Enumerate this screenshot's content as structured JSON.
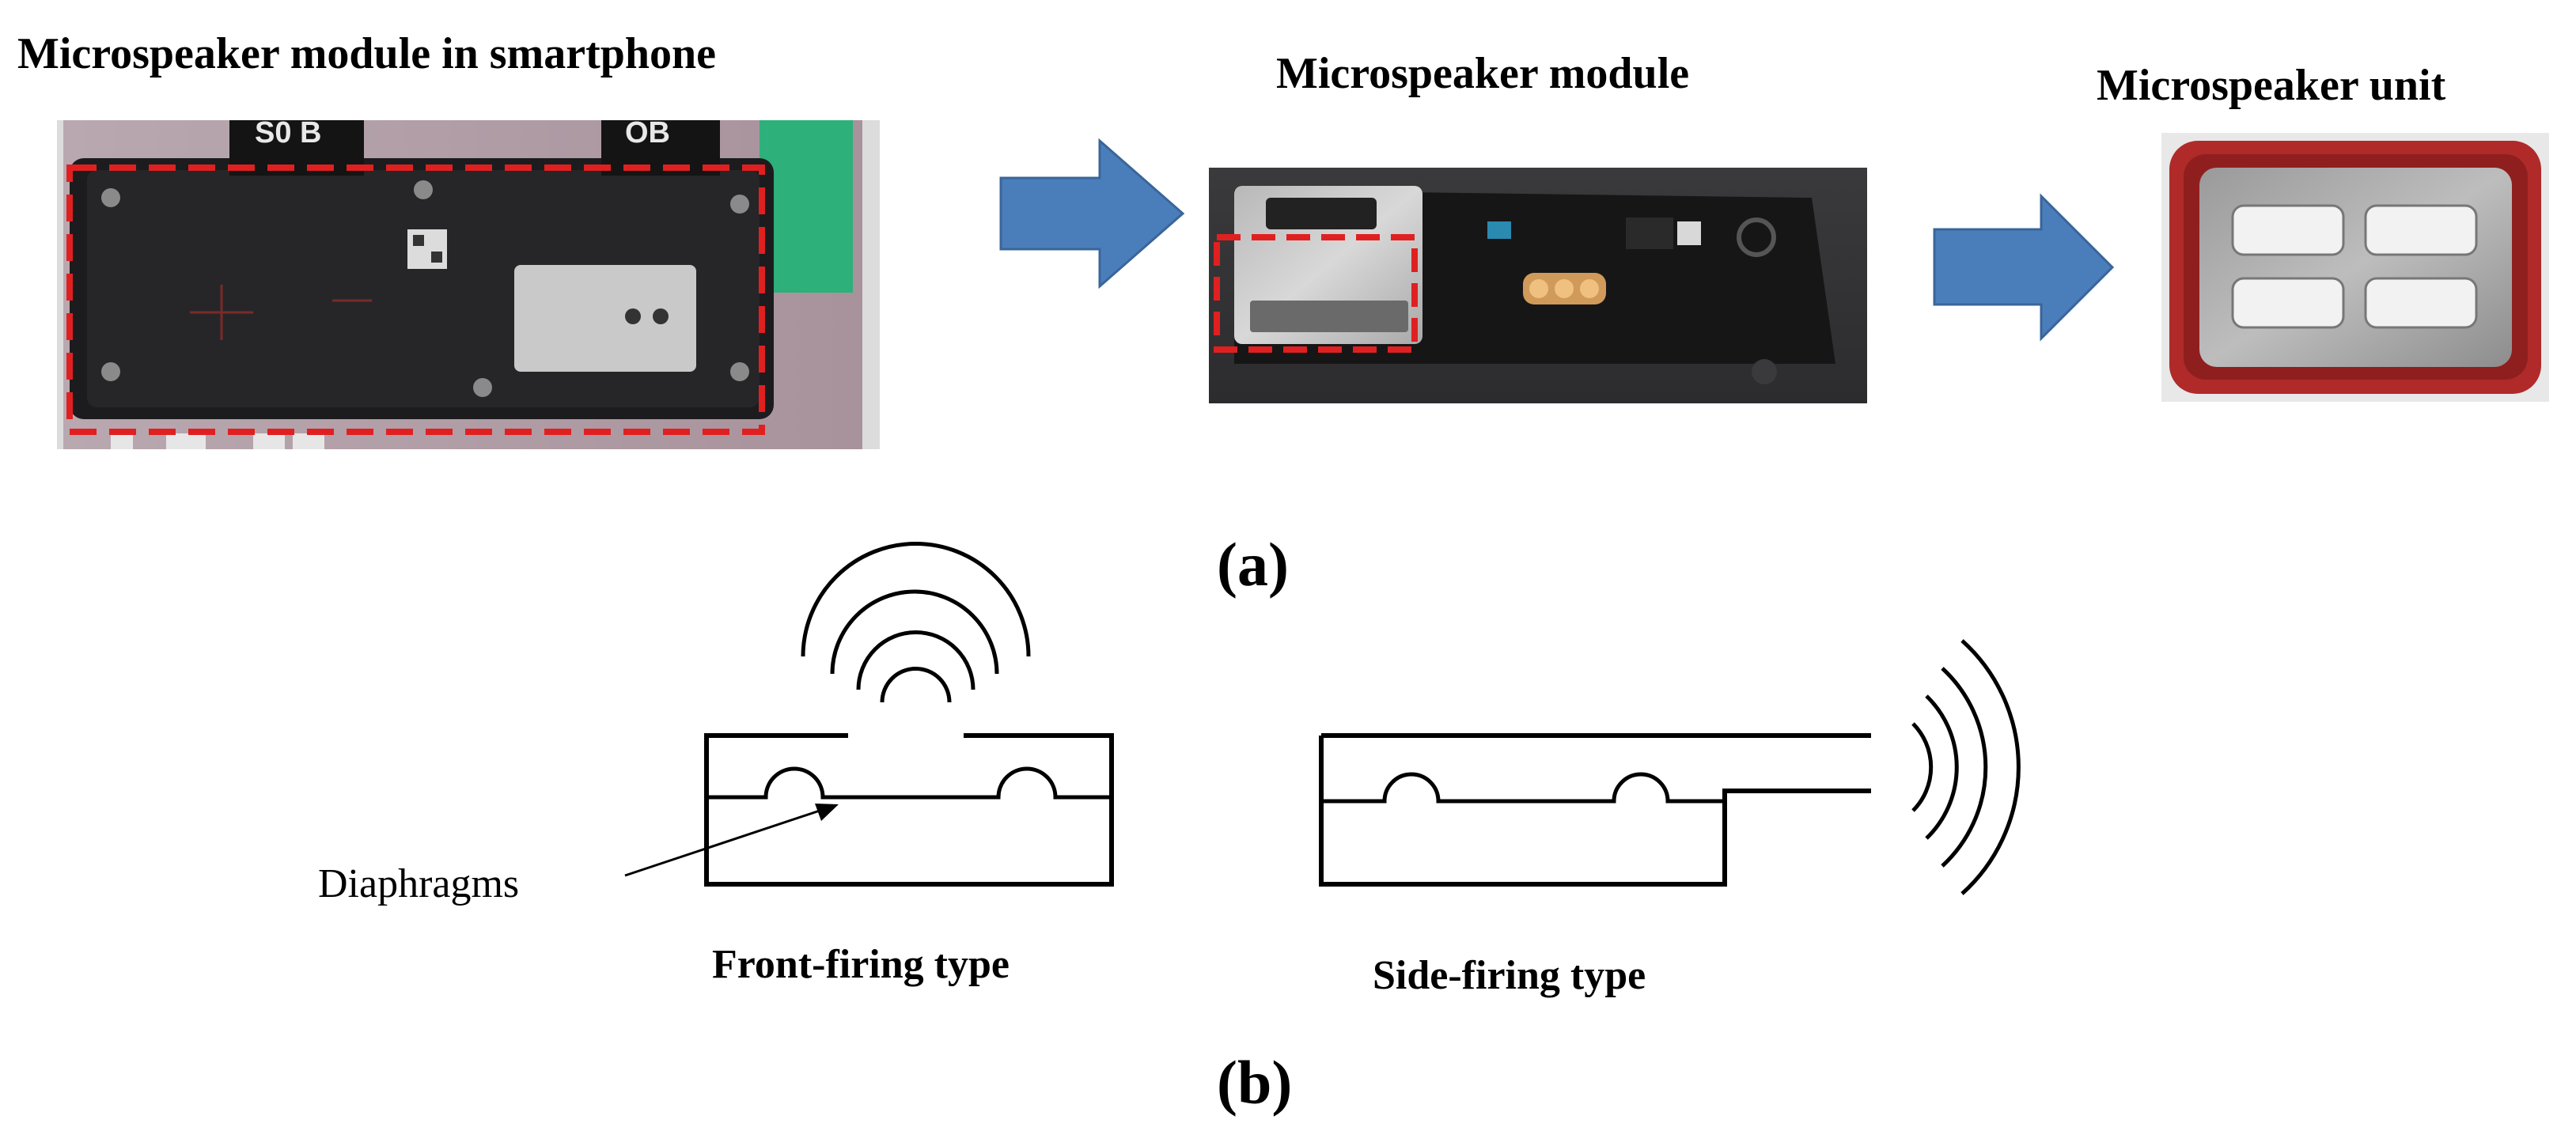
{
  "panel_a": {
    "titles": {
      "smartphone": "Microspeaker module in smartphone",
      "module": "Microspeaker module",
      "unit": "Microspeaker unit"
    },
    "photo_marks": {
      "flex_left": "S0 B",
      "flex_right": "OB"
    },
    "caption": "(a)"
  },
  "panel_b": {
    "annotation": "Diaphragms",
    "front_label": "Front-firing type",
    "side_label": "Side-firing type",
    "caption": "(b)"
  },
  "colors": {
    "arrow_fill": "#4a7ebb",
    "arrow_stroke": "#3a6599",
    "highlight_box": "#e02020",
    "outline": "#000000"
  },
  "icons": {
    "arrow": "right-arrow-icon",
    "sound_waves": "sound-waves-icon"
  }
}
